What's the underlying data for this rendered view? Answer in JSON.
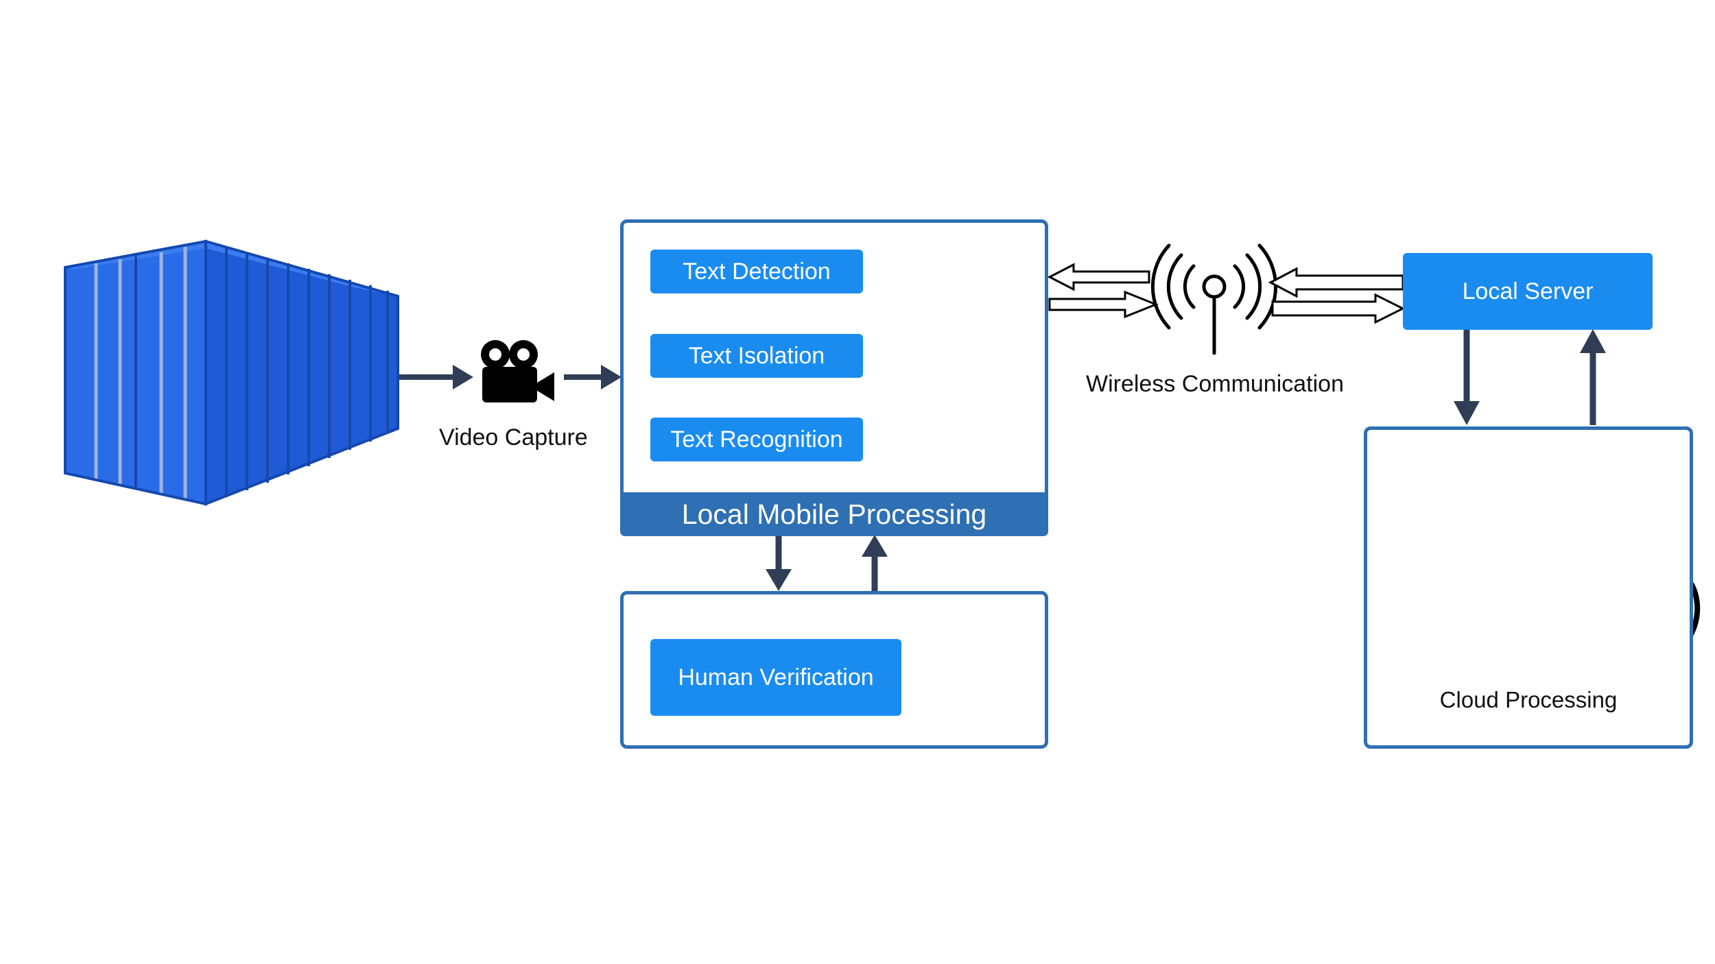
{
  "colors": {
    "accent": "#1a8cf0",
    "frame": "#2f6fb3",
    "arrow": "#2f3e56",
    "container": "#1f5bd6"
  },
  "icons": {
    "container": "shipping-container-icon",
    "camera": "video-camera-icon",
    "chip": "microchip-icon",
    "antenna": "wireless-antenna-icon",
    "check": "checkmark-circle-icon",
    "cloud": "cloud-gears-icon"
  },
  "nodes": {
    "video_capture": "Video Capture",
    "text_detection": "Text Detection",
    "text_isolation": "Text Isolation",
    "text_recognition": "Text Recognition",
    "local_mobile_processing": "Local Mobile Processing",
    "human_verification": "Human Verification",
    "wireless_communication": "Wireless Communication",
    "local_server": "Local Server",
    "cloud_processing": "Cloud Processing"
  }
}
